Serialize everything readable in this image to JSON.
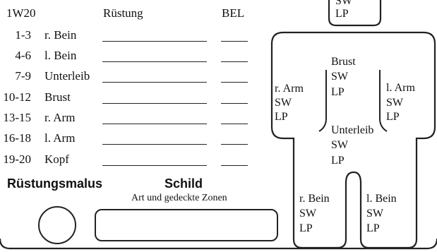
{
  "header": {
    "roll": "1W20",
    "armor": "Rüstung",
    "load": "BEL"
  },
  "rows": [
    {
      "range": "1-3",
      "zone": "r. Bein"
    },
    {
      "range": "4-6",
      "zone": "l. Bein"
    },
    {
      "range": "7-9",
      "zone": "Unterleib"
    },
    {
      "range": "10-12",
      "zone": "Brust"
    },
    {
      "range": "13-15",
      "zone": "r. Arm"
    },
    {
      "range": "16-18",
      "zone": "l. Arm"
    },
    {
      "range": "19-20",
      "zone": "Kopf"
    }
  ],
  "malus": {
    "label": "Rüstungsmalus"
  },
  "shield": {
    "label": "Schild",
    "subtitle": "Art und gedeckte Zonen"
  },
  "body": {
    "head": {
      "sw": "SW",
      "lp": "LP"
    },
    "chest": {
      "name": "Brust",
      "sw": "SW",
      "lp": "LP"
    },
    "right_arm": {
      "name": "r. Arm",
      "sw": "SW",
      "lp": "LP"
    },
    "left_arm": {
      "name": "l. Arm",
      "sw": "SW",
      "lp": "LP"
    },
    "abdomen": {
      "name": "Unterleib",
      "sw": "SW",
      "lp": "LP"
    },
    "right_leg": {
      "name": "r. Bein",
      "sw": "SW",
      "lp": "LP"
    },
    "left_leg": {
      "name": "l. Bein",
      "sw": "SW",
      "lp": "LP"
    }
  }
}
